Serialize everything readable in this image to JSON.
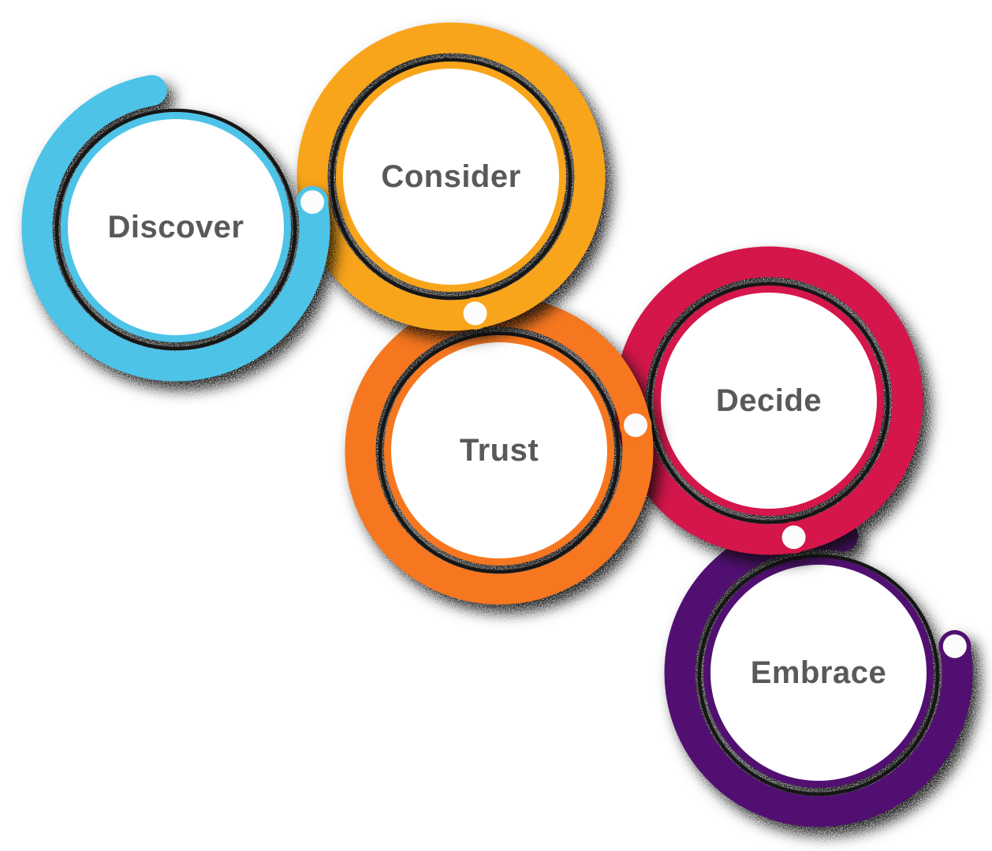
{
  "diagram": {
    "type": "customer-journey-ring-chain",
    "background_color": "#FFFFFF",
    "label_color": "#58595B",
    "accent_outline_color": "#161616",
    "connector_dot_color": "#FCFCFC",
    "stages": [
      {
        "label": "Discover",
        "color": "#4DC3E8"
      },
      {
        "label": "Consider",
        "color": "#F9A51B"
      },
      {
        "label": "Trust",
        "color": "#F6771F"
      },
      {
        "label": "Decide",
        "color": "#D4164A"
      },
      {
        "label": "Embrace",
        "color": "#511071"
      }
    ]
  }
}
